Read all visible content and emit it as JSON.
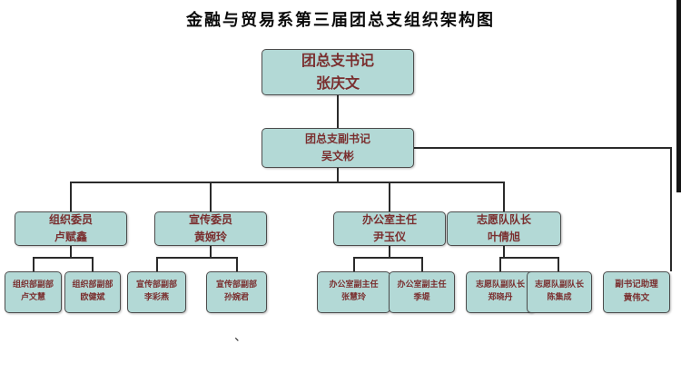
{
  "title": "金融与贸易系第三届团总支组织架构图",
  "colors": {
    "box_bg": "#b3d9d6",
    "box_border": "#4d4d4d",
    "box_text": "#7a2f2f",
    "connector": "#2b2b2b",
    "title_text": "#0a0a0a",
    "background": "#ffffff"
  },
  "nodes": {
    "secretary": {
      "role": "团总支书记",
      "name": "张庆文"
    },
    "deputy": {
      "role": "团总支副书记",
      "name": "吴文彬"
    },
    "org": {
      "role": "组织委员",
      "name": "卢赋鑫"
    },
    "prop": {
      "role": "宣传委员",
      "name": "黄婉玲"
    },
    "office": {
      "role": "办公室主任",
      "name": "尹玉仪"
    },
    "volunteer": {
      "role": "志愿队队长",
      "name": "叶倩旭"
    },
    "org1": {
      "role": "组织部副部",
      "name": "卢文慧"
    },
    "org2": {
      "role": "组织部副部",
      "name": "欧健斌"
    },
    "prop1": {
      "role": "宣传部副部",
      "name": "李彩燕"
    },
    "prop2": {
      "role": "宣传部副部",
      "name": "孙婉君"
    },
    "office1": {
      "role": "办公室副主任",
      "name": "张慧玲"
    },
    "office2": {
      "role": "办公室副主任",
      "name": "季堤"
    },
    "vol1": {
      "role": "志愿队副队长",
      "name": "郑晓丹"
    },
    "vol2": {
      "role": "志愿队副队长",
      "name": "陈集成"
    },
    "assistant": {
      "role": "副书记助理",
      "name": "黄伟文"
    }
  },
  "edges": [
    [
      "secretary",
      "deputy"
    ],
    [
      "deputy",
      "org"
    ],
    [
      "deputy",
      "prop"
    ],
    [
      "deputy",
      "office"
    ],
    [
      "deputy",
      "volunteer"
    ],
    [
      "deputy",
      "assistant"
    ],
    [
      "org",
      "org1"
    ],
    [
      "org",
      "org2"
    ],
    [
      "prop",
      "prop1"
    ],
    [
      "prop",
      "prop2"
    ],
    [
      "office",
      "office1"
    ],
    [
      "office",
      "office2"
    ],
    [
      "volunteer",
      "vol1"
    ],
    [
      "volunteer",
      "vol2"
    ]
  ],
  "stray_mark": "、"
}
